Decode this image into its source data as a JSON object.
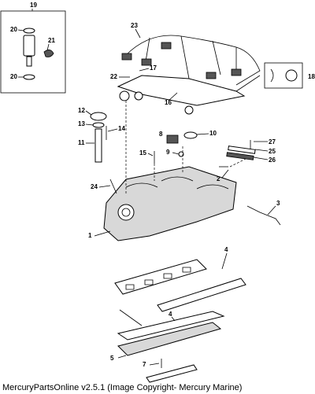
{
  "footer": "MercuryPartsOnline v2.5.1 (Image Copyright- Mercury Marine)",
  "inset_label": "19",
  "callouts": [
    "19",
    "20",
    "21",
    "20",
    "23",
    "17",
    "22",
    "18",
    "16",
    "12",
    "13",
    "14",
    "11",
    "8",
    "10",
    "9",
    "15",
    "27",
    "25",
    "26",
    "24",
    "2",
    "1",
    "3",
    "4",
    "4",
    "5",
    "7"
  ]
}
